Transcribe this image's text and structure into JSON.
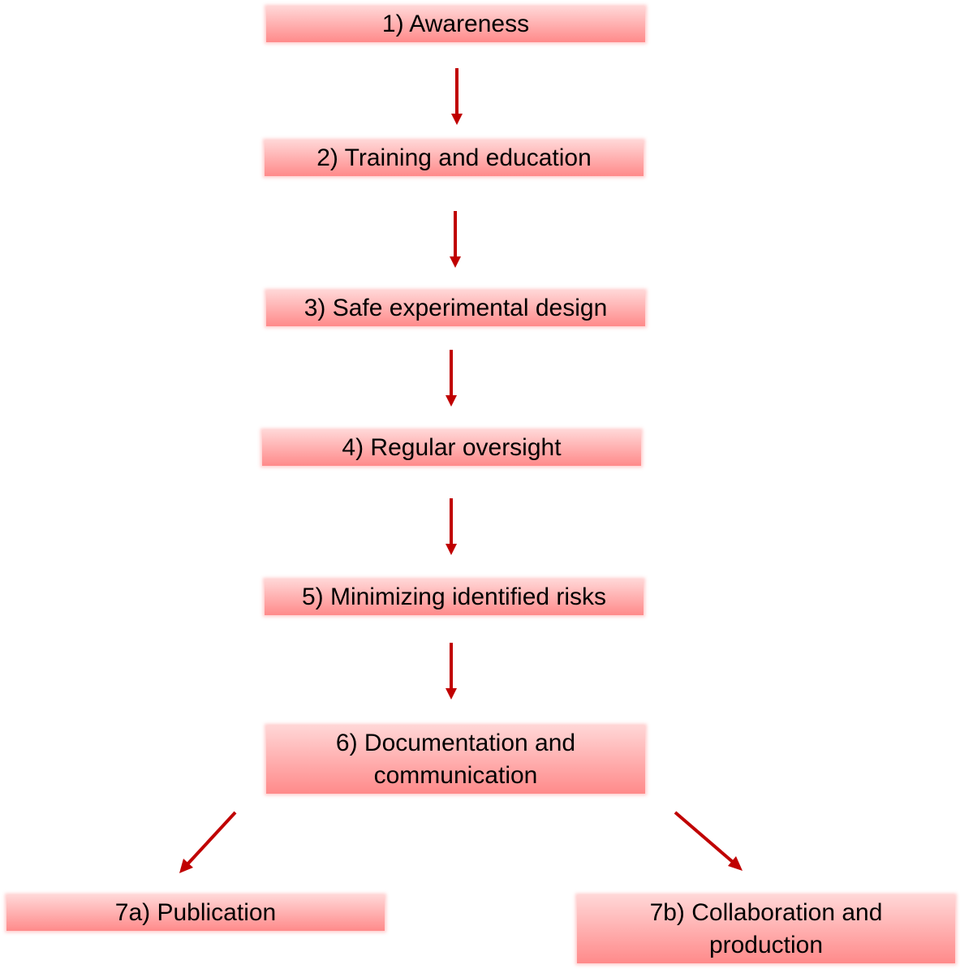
{
  "diagram": {
    "steps": [
      {
        "id": "awareness",
        "label": "1) Awareness"
      },
      {
        "id": "training",
        "label": "2) Training and education"
      },
      {
        "id": "design",
        "label": "3) Safe experimental design"
      },
      {
        "id": "oversight",
        "label": "4) Regular oversight"
      },
      {
        "id": "risks",
        "label": "5) Minimizing identified risks"
      },
      {
        "id": "documentation",
        "label_line1": "6) Documentation and",
        "label_line2": "communication"
      },
      {
        "id": "publication",
        "label": "7a) Publication"
      },
      {
        "id": "collaboration",
        "label_line1": "7b) Collaboration and",
        "label_line2": "production"
      }
    ],
    "edges": [
      {
        "from": "awareness",
        "to": "training"
      },
      {
        "from": "training",
        "to": "design"
      },
      {
        "from": "design",
        "to": "oversight"
      },
      {
        "from": "oversight",
        "to": "risks"
      },
      {
        "from": "risks",
        "to": "documentation"
      },
      {
        "from": "documentation",
        "to": "publication"
      },
      {
        "from": "documentation",
        "to": "collaboration"
      }
    ],
    "colors": {
      "box_top": "#ffd6d6",
      "box_bottom": "#ff8a8a",
      "arrow": "#c00000",
      "text": "#000000"
    }
  }
}
